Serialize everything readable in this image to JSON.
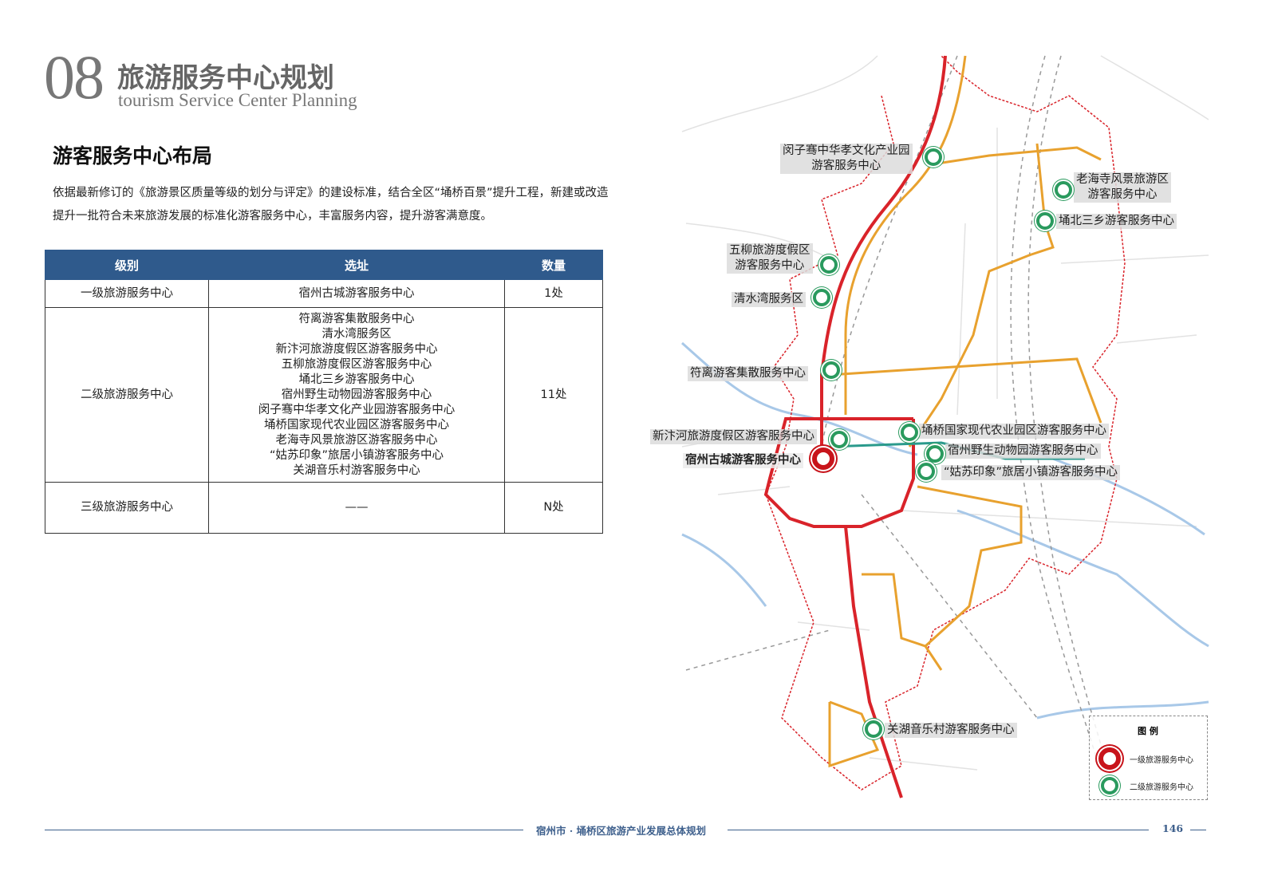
{
  "header": {
    "number": "08",
    "title": "旅游服务中心规划",
    "subtitle": "tourism Service Center Planning"
  },
  "section": {
    "heading": "游客服务中心布局",
    "paragraph": "依据最新修订的《旅游景区质量等级的划分与评定》的建设标准，结合全区“埇桥百景”提升工程，新建或改造提升一批符合未来旅游发展的标准化游客服务中心，丰富服务内容，提升游客满意度。"
  },
  "table": {
    "headers": [
      "级别",
      "选址",
      "数量"
    ],
    "rows": [
      {
        "level": "一级旅游服务中心",
        "sites": [
          "宿州古城游客服务中心"
        ],
        "count": "1处"
      },
      {
        "level": "二级旅游服务中心",
        "sites": [
          "符离游客集散服务中心",
          "清水湾服务区",
          "新汴河旅游度假区游客服务中心",
          "五柳旅游度假区游客服务中心",
          "埇北三乡游客服务中心",
          "宿州野生动物园游客服务中心",
          "闵子骞中华孝文化产业园游客服务中心",
          "埇桥国家现代农业园区游客服务中心",
          "老海寺风景旅游区游客服务中心",
          "“姑苏印象”旅居小镇游客服务中心",
          "关湖音乐村游客服务中心"
        ],
        "count": "11处"
      },
      {
        "level": "三级旅游服务中心",
        "sites": [
          "——"
        ],
        "count": "N处"
      }
    ]
  },
  "map": {
    "labels": {
      "minziqian": "闵子骞中华孝文化产业园\n游客服务中心",
      "laohaisi": "老海寺风景旅游区\n游客服务中心",
      "yongbei": "埇北三乡游客服务中心",
      "wuliu": "五柳旅游度假区\n游客服务中心",
      "qingshuiwan": "清水湾服务区",
      "fuli": "符离游客集散服务中心",
      "xinbianhe": "新汴河旅游度假区游客服务中心",
      "gucheng": "宿州古城游客服务中心",
      "nongye": "埇桥国家现代农业园区游客服务中心",
      "dongwuyuan": "宿州野生动物园游客服务中心",
      "gusu": "“姑苏印象”旅居小镇游客服务中心",
      "guanhu": "关湖音乐村游客服务中心"
    },
    "legend": {
      "title": "图 例",
      "level1": "一级旅游服务中心",
      "level2": "二级旅游服务中心"
    },
    "colors": {
      "level1": "#c8141b",
      "level2": "#2a9a5e",
      "highway": "#d9232a",
      "road": "#e8a12e",
      "river": "#a8c8e8"
    }
  },
  "footer": {
    "title": "宿州市 · 埇桥区旅游产业发展总体规划",
    "page": "146"
  }
}
